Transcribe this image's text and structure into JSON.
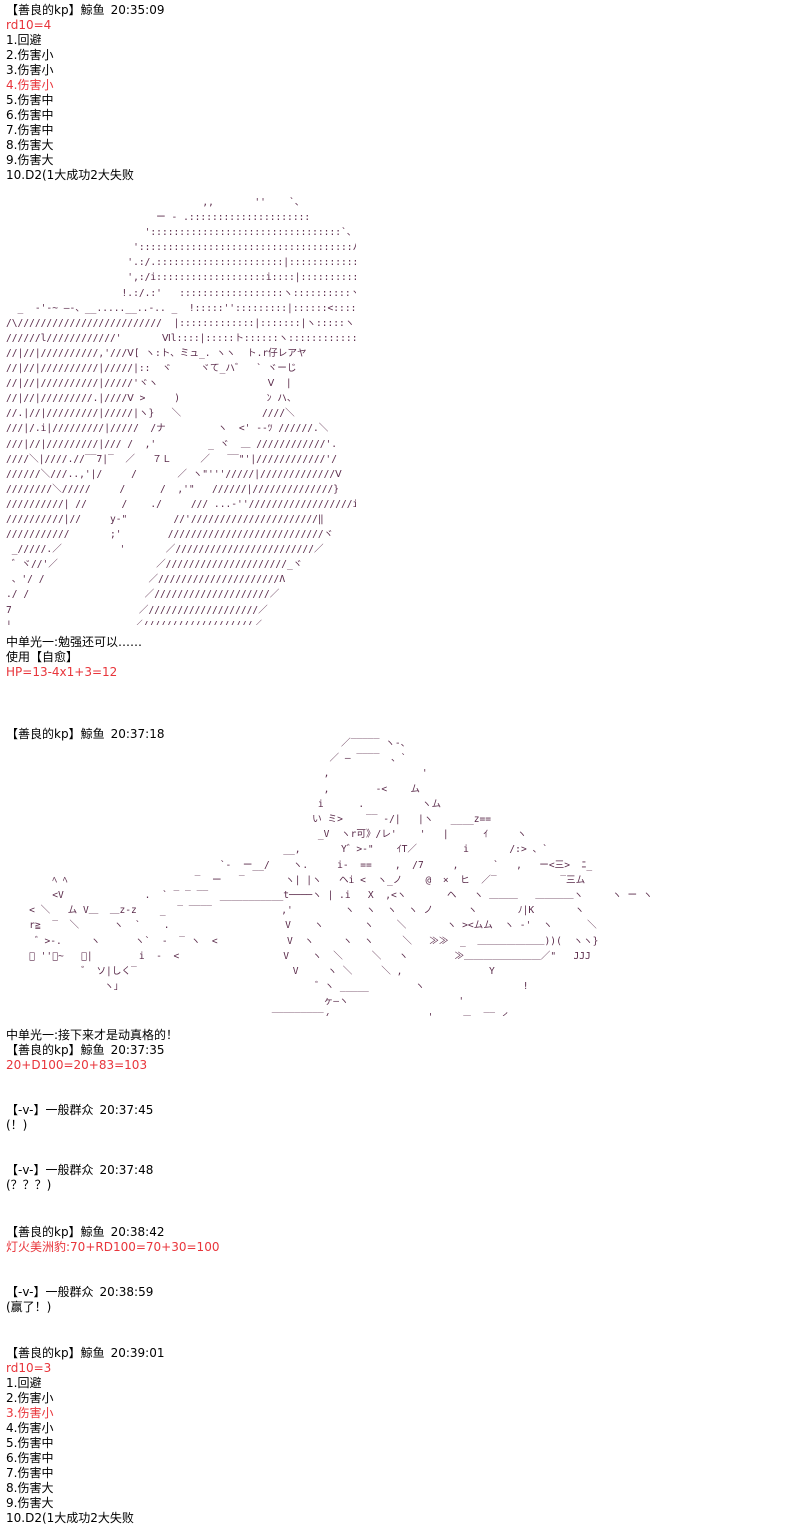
{
  "posts": [
    {
      "name": "【善良的kp】鯨鱼",
      "time": "20:35:09",
      "roll": "rd10=4",
      "list": [
        "1.回避",
        "2.伤害小",
        "3.伤害小",
        "4.伤害小",
        "5.伤害中",
        "6.伤害中",
        "7.伤害中",
        "8.伤害大",
        "9.伤害大",
        "10.D2(1大成功2大失败"
      ],
      "art": "                                  ,,       ''    `、\n                          ー - .:::::::::::::::::::::\n                        ':::::::::::::::::::::::::::::::::`、\n                      ':::::::::::::::::::::::::::::::::::::ハ\n                     '.:/.::::::::::::::::::::::|:::::::::::::::::ヾ\n                     ',:/i:::::::::::::::::::i::::|::::::::::::::::::::ヾ\n                    !.:/.:'   ::::::::::::::::::ヽ::::::::::ヽ:::::::::::ト\n  _  -'-~ ―-、__.....__..-.. _  !:::::'':::::::::|::::::<:::::::、:::~''ー.:::::::::i/ヽ\n/\\/////////////////////////  |:::::::::::::|:::::::|ヽ:::::ヽヽ::::ヾ ヾ ヾ\n//////l////////////'       Ⅵl::::|:::::ト::::::ヽ:::::::::::::::ィ:::::ッ::::::ヾ\n//|//|//////////,'///Ⅴ[ ヽ:ト、ミュ_. ヽヽ  ト.r仔レアヤ\n//|//|//////////|/////|::  ヾ     ヾて_ハ゛  ` ヾーじ\n//|//|//////////|/////'ヾヽ                   Ⅴ  |\n//|//|/////////.|////Ⅴ >     )               ﾝ ハ、\n//.|//|/////////|/////|ヽ}   ＼              ////＼\n///|/.i|/////////|/////  /ナ         ヽ  <' --ﾂ //////.＼\n///|//|/////////|/// /  ,'         _ ヾ  ＿ ////////////'.\n////＼|////.//‾‾7|‾  ／   ７Ｌ     ／   ‾‾\"'|////////////'/\n//////＼///..,'|/     /       ／ ヽ\"'''/////|/////////////Ⅴ\n////////＼/////     /      /  ,'\"   //////|//////////////}\n//////////| //      /    ./     /// ...-''//////////////////i\n//////////|//     y-\"        //'//////////////////////‖\n///////////       ;'        ///////////////////////////ヾ\n _/////.／          '       ／////////////////////////／\n ゛ヾ//'／                 ／/////////////////////_ヾ\n 、'/ /                  ／/////////////////////Λ\n./ /                    ／////////////////////／\n7                      ／///////////////////／\n|                     ／///////////////////／",
      "speech": "中单光一:勉强还可以……",
      "action": "使用【自愈】",
      "hp": "HP=13-4x1+3=12"
    },
    {
      "name": "【善良的kp】鯨鱼",
      "time": "20:37:18",
      "art": "                                                          ／‾‾‾‾‾ ヽ-、\n                                                        ／ ― ‾‾‾‾  、`\n                                                       ,                '\n                                                       ,        -<    ム\n                                                      i      .          ヽム\n                                                     い ミ>    ‾‾ -/|   |ヽ   ____z==\n                                                      _V  ヽr可》/レ'    '   |      ｲ     ヽ\n                                                __,       Y゛>-\"    ｲT／        i       /:> 、`\n                                     `-  ー__/    ヽ.     i-  ==    ,  /7     ,      `   ,   ー<三>  ﾆ_\n        ﾍ ﾍ                      ‾  ー   ‾       ヽ| |ヽ   ヘi <  ヽ_ノ    @  ×  ヒ  ／‾           ‾三ム\n        <V              .  ` ‾ ‾ ‾‾  ___________t────ヽ | .i   X  ,<ヽ       ヘ   ヽ ＿＿＿   ＿＿＿＿ヽ     ヽ ー ヽ\n    < ＼   ム V＿  ＿z-z    _  ‾ ‾‾‾‾            ,'         ヽ  ヽ  ヽ  ヽ ノ      ヽ       ﾉ|K       ヽ\n    r≧  ‾  ＼      ヽ  `    .                    V    ヽ       ヽ    ＼       ヽ ><ムム  ヽ -'  ヽ      ＼\n     ゛>-.     ヽ      ヽ`  -  ‾ ヽ  <            V  ヽ     ヽ  ヽ     ＼   ≫≫  _  ＿＿＿＿＿＿＿))(  ヽヽ}\n    ﾞ ''ー~   ＿|        i  -  <                  V    ヽ  ＼     ＼   ヽ        ≫＿＿＿＿＿＿＿＿／\"   JJJ\n             ゛ ソ|しく‾                           V     ヽ ＼     ＼ ,               Y\n                 ヽ｣                                  ゛ヽ _____        ヽ                 !\n                                                       ヶ―ヽ                   '\n                                              ‾‾‾‾‾‾‾‾‾/                 '  ,  ー  ‾‾-く\n                                          r≦‾‾‾      /",
      "speech": "中单光一:接下来才是动真格的！"
    },
    {
      "name": "【善良的kp】鯨鱼",
      "time": "20:37:35",
      "result": "20+D100=20+83=103"
    },
    {
      "name": "【-v-】一般群众",
      "time": "20:37:45",
      "text": "(！)"
    },
    {
      "name": "【-v-】一般群众",
      "time": "20:37:48",
      "text": "(？？？)"
    },
    {
      "name": "【善良的kp】鯨鱼",
      "time": "20:38:42",
      "result": "灯火美洲豹:70+RD100=70+30=100"
    },
    {
      "name": "【-v-】一般群众",
      "time": "20:38:59",
      "text": "(赢了！)"
    },
    {
      "name": "【善良的kp】鯨鱼",
      "time": "20:39:01",
      "roll": "rd10=3",
      "list": [
        "1.回避",
        "2.伤害小",
        "3.伤害小",
        "4.伤害小",
        "5.伤害中",
        "6.伤害中",
        "7.伤害中",
        "8.伤害大",
        "9.伤害大",
        "10.D2(1大成功2大失败"
      ]
    }
  ],
  "highlight": {
    "post0_item": 3,
    "post7_item": 2
  },
  "colors": {
    "roll": "#e8353b",
    "art": "#5a2a4a",
    "text": "#000000"
  }
}
